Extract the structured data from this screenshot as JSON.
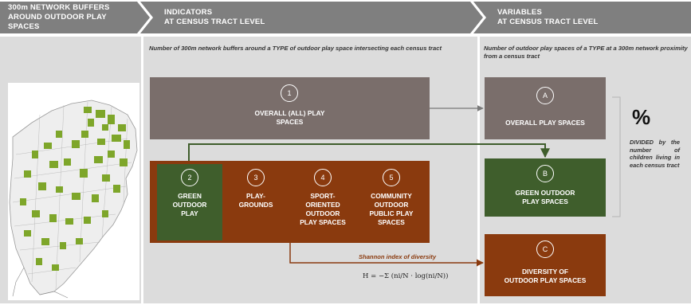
{
  "headers": {
    "buffers": [
      "300m NETWORK BUFFERS",
      "AROUND OUTDOOR PLAY SPACES"
    ],
    "indicators": [
      "INDICATORS",
      "AT CENSUS TRACT LEVEL"
    ],
    "variables": [
      "VARIABLES",
      "AT CENSUS TRACT LEVEL"
    ]
  },
  "descriptions": {
    "indicators": "Number of 300m network buffers around a TYPE of outdoor play space intersecting each census tract",
    "variables": "Number of outdoor play spaces of a TYPE at a 300m network proximity from a census tract"
  },
  "indicators": {
    "overall": {
      "num": "1",
      "label": [
        "OVERALL (ALL) PLAY",
        "SPACES"
      ]
    },
    "green": {
      "num": "2",
      "label": [
        "GREEN",
        "OUTDOOR",
        "PLAY"
      ]
    },
    "playgrounds": {
      "num": "3",
      "label": [
        "PLAY-",
        "GROUNDS"
      ]
    },
    "sport": {
      "num": "4",
      "label": [
        "SPORT-",
        "ORIENTED",
        "OUTDOOR",
        "PLAY SPACES"
      ]
    },
    "community": {
      "num": "5",
      "label": [
        "COMMUNITY",
        "OUTDOOR",
        "PUBLIC PLAY",
        "SPACES"
      ]
    }
  },
  "variables": {
    "a": {
      "letter": "A",
      "label": [
        "OVERALL PLAY SPACES"
      ]
    },
    "b": {
      "letter": "B",
      "label": [
        "GREEN OUTDOOR",
        "PLAY SPACES"
      ]
    },
    "c": {
      "letter": "C",
      "label": [
        "DIVERSITY OF",
        "OUTDOOR PLAY SPACES"
      ]
    }
  },
  "shannon_label": "Shannon index of diversity",
  "formula": "H = −Σ (ni/N · log(ni/N))",
  "divided": {
    "symbol": "%",
    "text": "DIVIDED by the number of children living in each census tract"
  },
  "colors": {
    "gray_box": "#7a6e6b",
    "brown_box": "#8a3a0e",
    "green_box": "#3f5e2c",
    "map_green": "#7ea62a"
  }
}
